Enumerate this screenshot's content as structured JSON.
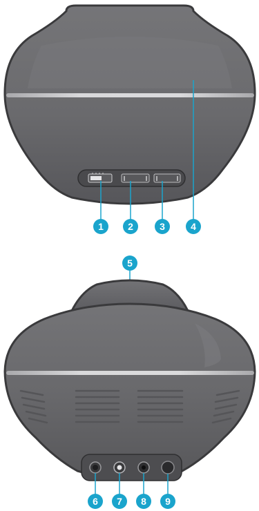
{
  "colors": {
    "device_body": "#6d6d70",
    "device_edge": "#3a3a3c",
    "highlight_band": "#d7d7d9",
    "port_panel": "#4a4a4d",
    "callout_fill": "#1aa4cc",
    "callout_text": "#ffffff",
    "leader_line": "#1aa4cc"
  },
  "top_view": {
    "callouts": [
      {
        "number": "1"
      },
      {
        "number": "2"
      },
      {
        "number": "3"
      },
      {
        "number": "4"
      }
    ]
  },
  "bottom_view": {
    "callouts": [
      {
        "number": "5"
      },
      {
        "number": "6"
      },
      {
        "number": "7"
      },
      {
        "number": "8"
      },
      {
        "number": "9"
      }
    ]
  }
}
